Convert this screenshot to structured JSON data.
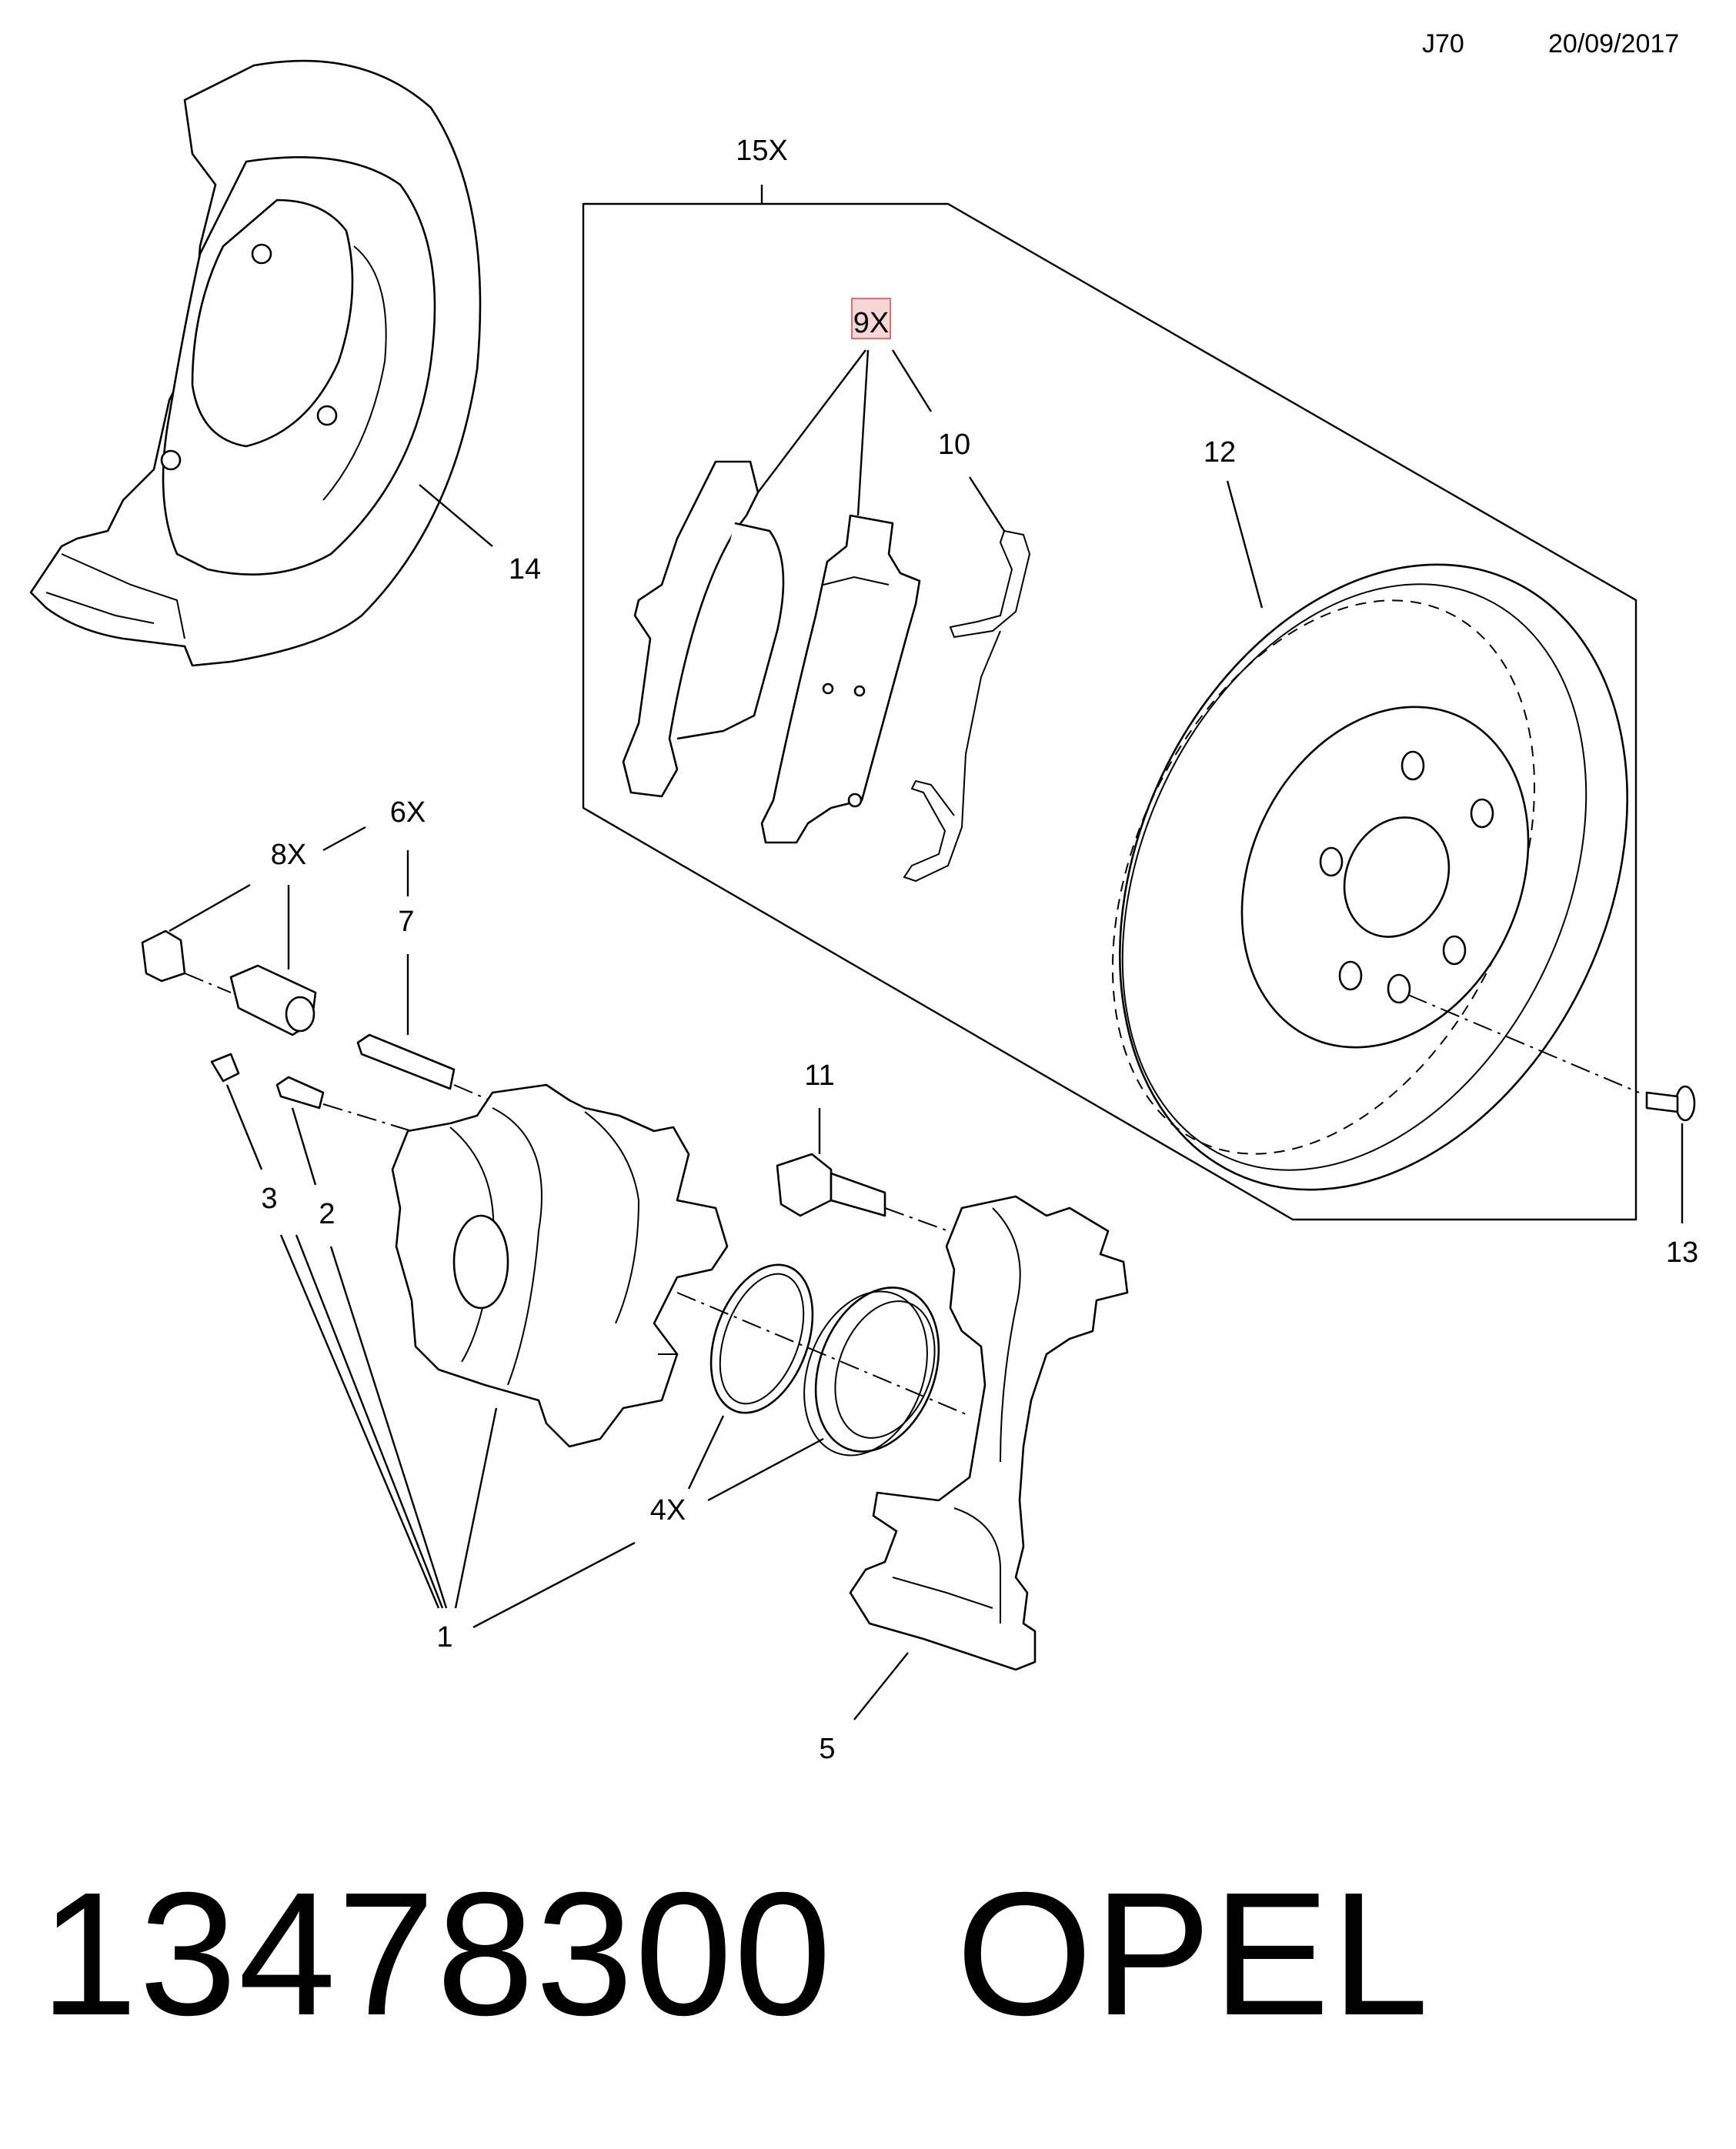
{
  "header": {
    "code": "J70",
    "date": "20/09/2017"
  },
  "callouts": [
    "15X",
    "9X",
    "10",
    "12",
    "14",
    "6X",
    "8X",
    "7",
    "11",
    "3",
    "2",
    "13",
    "4X",
    "1",
    "5"
  ],
  "highlighted_callout": "9X",
  "footer": {
    "part_number": "13478300",
    "brand": "OPEL"
  },
  "colors": {
    "ink": "#000000",
    "highlight_fill": "#f7d6d6",
    "highlight_border": "#e07070",
    "background": "#ffffff"
  }
}
